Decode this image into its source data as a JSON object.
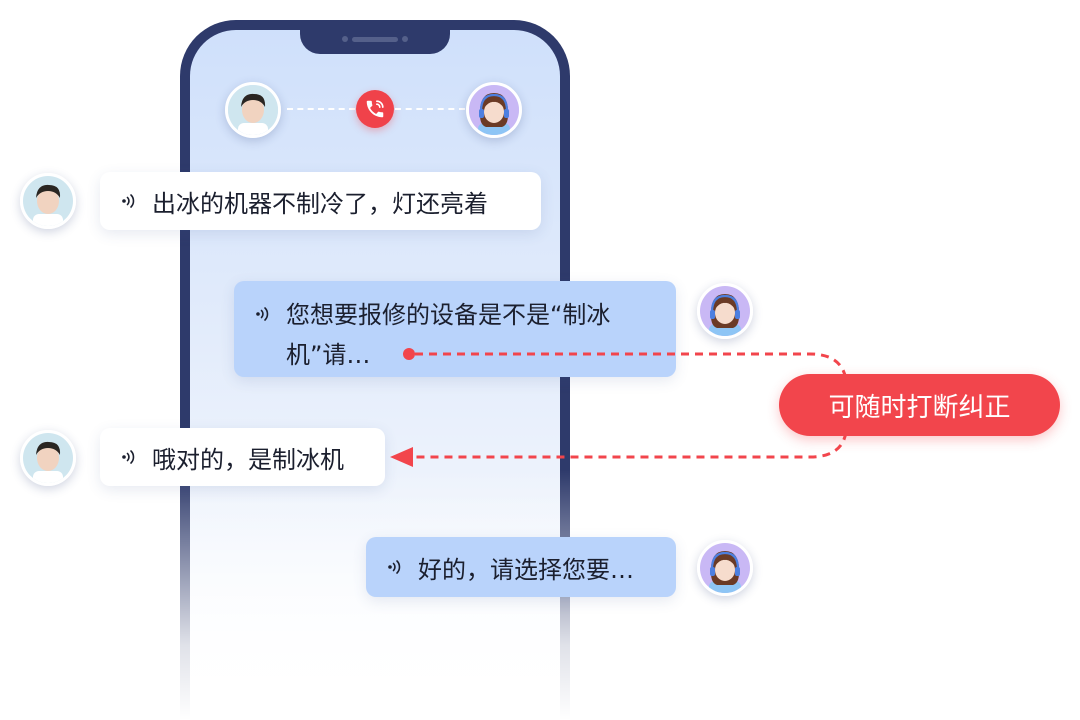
{
  "header": {
    "call_icon": "phone-ringing-icon",
    "user_avatar": "male-user-avatar",
    "agent_avatar": "female-agent-headset-avatar"
  },
  "messages": [
    {
      "speaker": "user",
      "icon": "voice-wave-icon",
      "text": "出冰的机器不制冷了，灯还亮着"
    },
    {
      "speaker": "agent",
      "icon": "voice-wave-icon",
      "text": "您想要报修的设备是不是“制冰机”请…"
    },
    {
      "speaker": "user",
      "icon": "voice-wave-icon",
      "text": "哦对的，是制冰机"
    },
    {
      "speaker": "agent",
      "icon": "voice-wave-icon",
      "text": "好的，请选择您要…"
    }
  ],
  "callout": {
    "label": "可随时打断纠正"
  },
  "colors": {
    "phone_frame": "#2e3a6b",
    "agent_bubble": "#b9d3fb",
    "user_bubble": "#ffffff",
    "accent_red": "#f2454c"
  }
}
